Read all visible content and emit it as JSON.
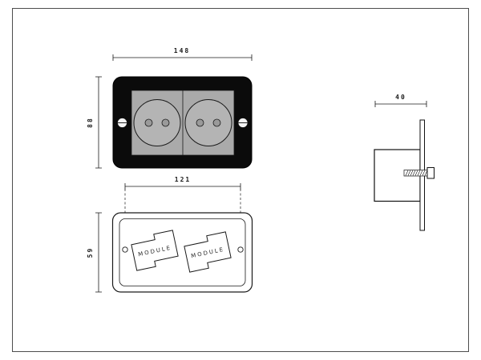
{
  "colors": {
    "faceplate": "#0b0b0b",
    "panel_gray": "#aaaaaa",
    "line": "#1a1a1a",
    "background": "#ffffff"
  },
  "views": {
    "front": {
      "width_dim": "148",
      "height_dim": "88"
    },
    "back": {
      "width_dim": "121",
      "height_dim": "59",
      "modules": [
        {
          "label": "MODULE"
        },
        {
          "label": "MODULE"
        }
      ]
    },
    "side": {
      "depth_dim": "40"
    }
  }
}
